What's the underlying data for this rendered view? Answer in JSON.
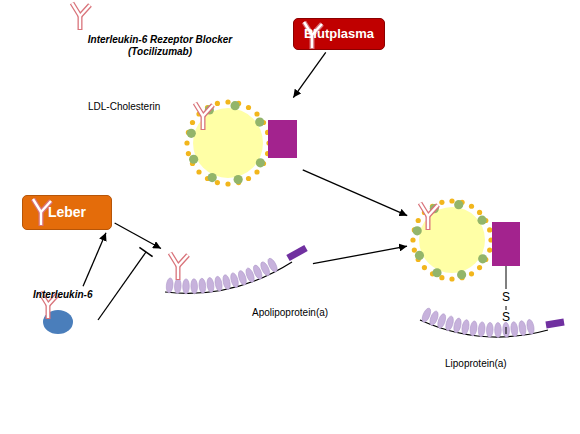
{
  "diagram": {
    "nodes": [
      {
        "text": [
          "Blutplasma"
        ]
      },
      {
        "text": [
          "LDL-Cholesterin"
        ]
      },
      {
        "text": [
          "Leber"
        ]
      },
      {
        "text": [
          "Apolipoprotein(a)"
        ]
      },
      {
        "text": [
          "Lipoprotein(a)"
        ]
      },
      {
        "text": [
          "Interleukin-6"
        ]
      },
      {
        "text": [
          "Interleukin-6 Rezeptor Blocker (Tocilizumab)"
        ]
      }
    ],
    "edges": [
      {
        "from": 0,
        "to": 1,
        "arrow": "to"
      },
      {
        "from": 1,
        "to": 4,
        "arrow": "to"
      },
      {
        "from": 3,
        "to": 4,
        "arrow": "to"
      },
      {
        "from": 2,
        "to": 3,
        "arrow": "to"
      },
      {
        "from": 5,
        "to": 2,
        "arrow": "to"
      }
    ],
    "labels": [
      "S",
      "S"
    ]
  }
}
